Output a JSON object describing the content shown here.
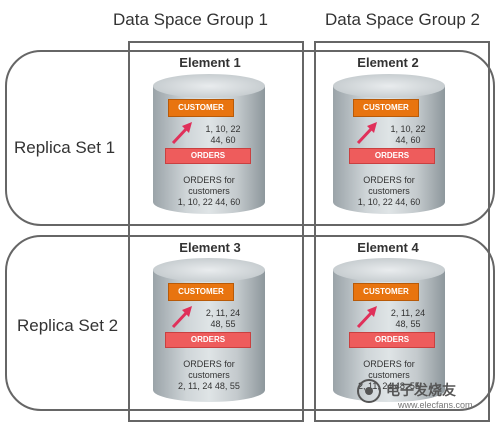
{
  "groups": [
    {
      "title": "Data Space Group 1"
    },
    {
      "title": "Data Space Group 2"
    }
  ],
  "replica_sets": [
    {
      "label": "Replica Set 1"
    },
    {
      "label": "Replica Set 2"
    }
  ],
  "elements": [
    {
      "title": "Element 1",
      "customer_label": "CUSTOMER",
      "customer_ids": "1, 10, 22\n44, 60",
      "orders_label": "ORDERS",
      "orders_desc": "ORDERS for\ncustomers\n1, 10, 22 44, 60"
    },
    {
      "title": "Element 2",
      "customer_label": "CUSTOMER",
      "customer_ids": "1, 10, 22\n44, 60",
      "orders_label": "ORDERS",
      "orders_desc": "ORDERS for\ncustomers\n1, 10, 22 44, 60"
    },
    {
      "title": "Element 3",
      "customer_label": "CUSTOMER",
      "customer_ids": "2, 11, 24\n48, 55",
      "orders_label": "ORDERS",
      "orders_desc": "ORDERS for\ncustomers\n2, 11, 24 48, 55"
    },
    {
      "title": "Element 4",
      "customer_label": "CUSTOMER",
      "customer_ids": "2, 11, 24\n48, 55",
      "orders_label": "ORDERS",
      "orders_desc": "ORDERS for\ncustomers\n2, 11, 24 48, 55"
    }
  ],
  "watermark": {
    "name": "电子发烧友",
    "url": "www.elecfans.com"
  },
  "colors": {
    "customer": "#e8740f",
    "orders": "#ee5c5c",
    "arrow": "#e0305a",
    "border": "#666666"
  }
}
